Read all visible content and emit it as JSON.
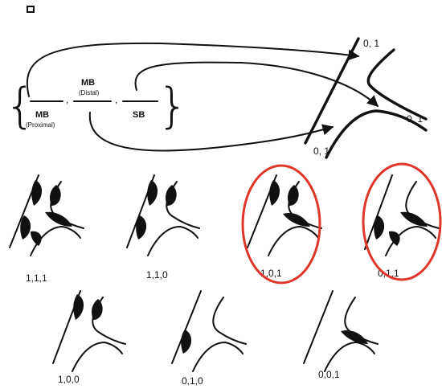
{
  "header": {
    "icon": "square-icon"
  },
  "schema": {
    "slot_1": {
      "title": "MB",
      "subtitle": "(Proximal)"
    },
    "slot_2": {
      "title": "MB",
      "subtitle": "(Distal)"
    },
    "slot_3": {
      "title": "SB"
    },
    "separator": ",",
    "brace_open": "{",
    "brace_close": "}"
  },
  "bifurcation": {
    "label_top": "0, 1",
    "label_right": "0, 1",
    "label_bottom": "0, 1"
  },
  "classifications": [
    {
      "code": "1,1,1",
      "highlighted": false
    },
    {
      "code": "1,1,0",
      "highlighted": false
    },
    {
      "code": "1,0,1",
      "highlighted": true
    },
    {
      "code": "0,1,1",
      "highlighted": true
    },
    {
      "code": "1,0,0",
      "highlighted": false
    },
    {
      "code": "0,1,0",
      "highlighted": false
    },
    {
      "code": "0,0,1",
      "highlighted": false
    }
  ],
  "colors": {
    "ink": "#111111",
    "highlight": "#e0352b",
    "background": "#ffffff"
  }
}
